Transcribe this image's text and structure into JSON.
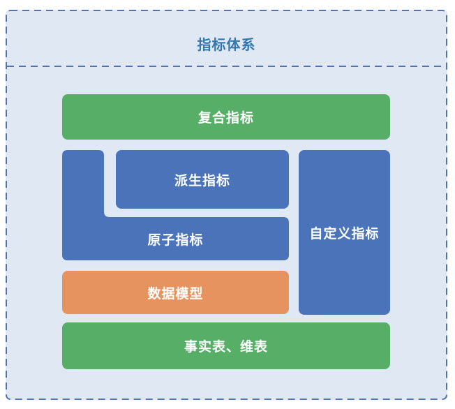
{
  "diagram": {
    "title": "指标体系",
    "blocks": {
      "composite": "复合指标",
      "derived": "派生指标",
      "atomic": "原子指标",
      "custom": "自定义指标",
      "data_model": "数据模型",
      "fact_dim_table": "事实表、维表"
    },
    "colors": {
      "blue_block": "#4a73b9",
      "green_block": "#57ae67",
      "orange_block": "#e6935f",
      "panel_background": "#dfe8f3",
      "dashed_border": "#5273b2",
      "title_text": "#3377ae",
      "block_text": "#ffffff"
    }
  }
}
